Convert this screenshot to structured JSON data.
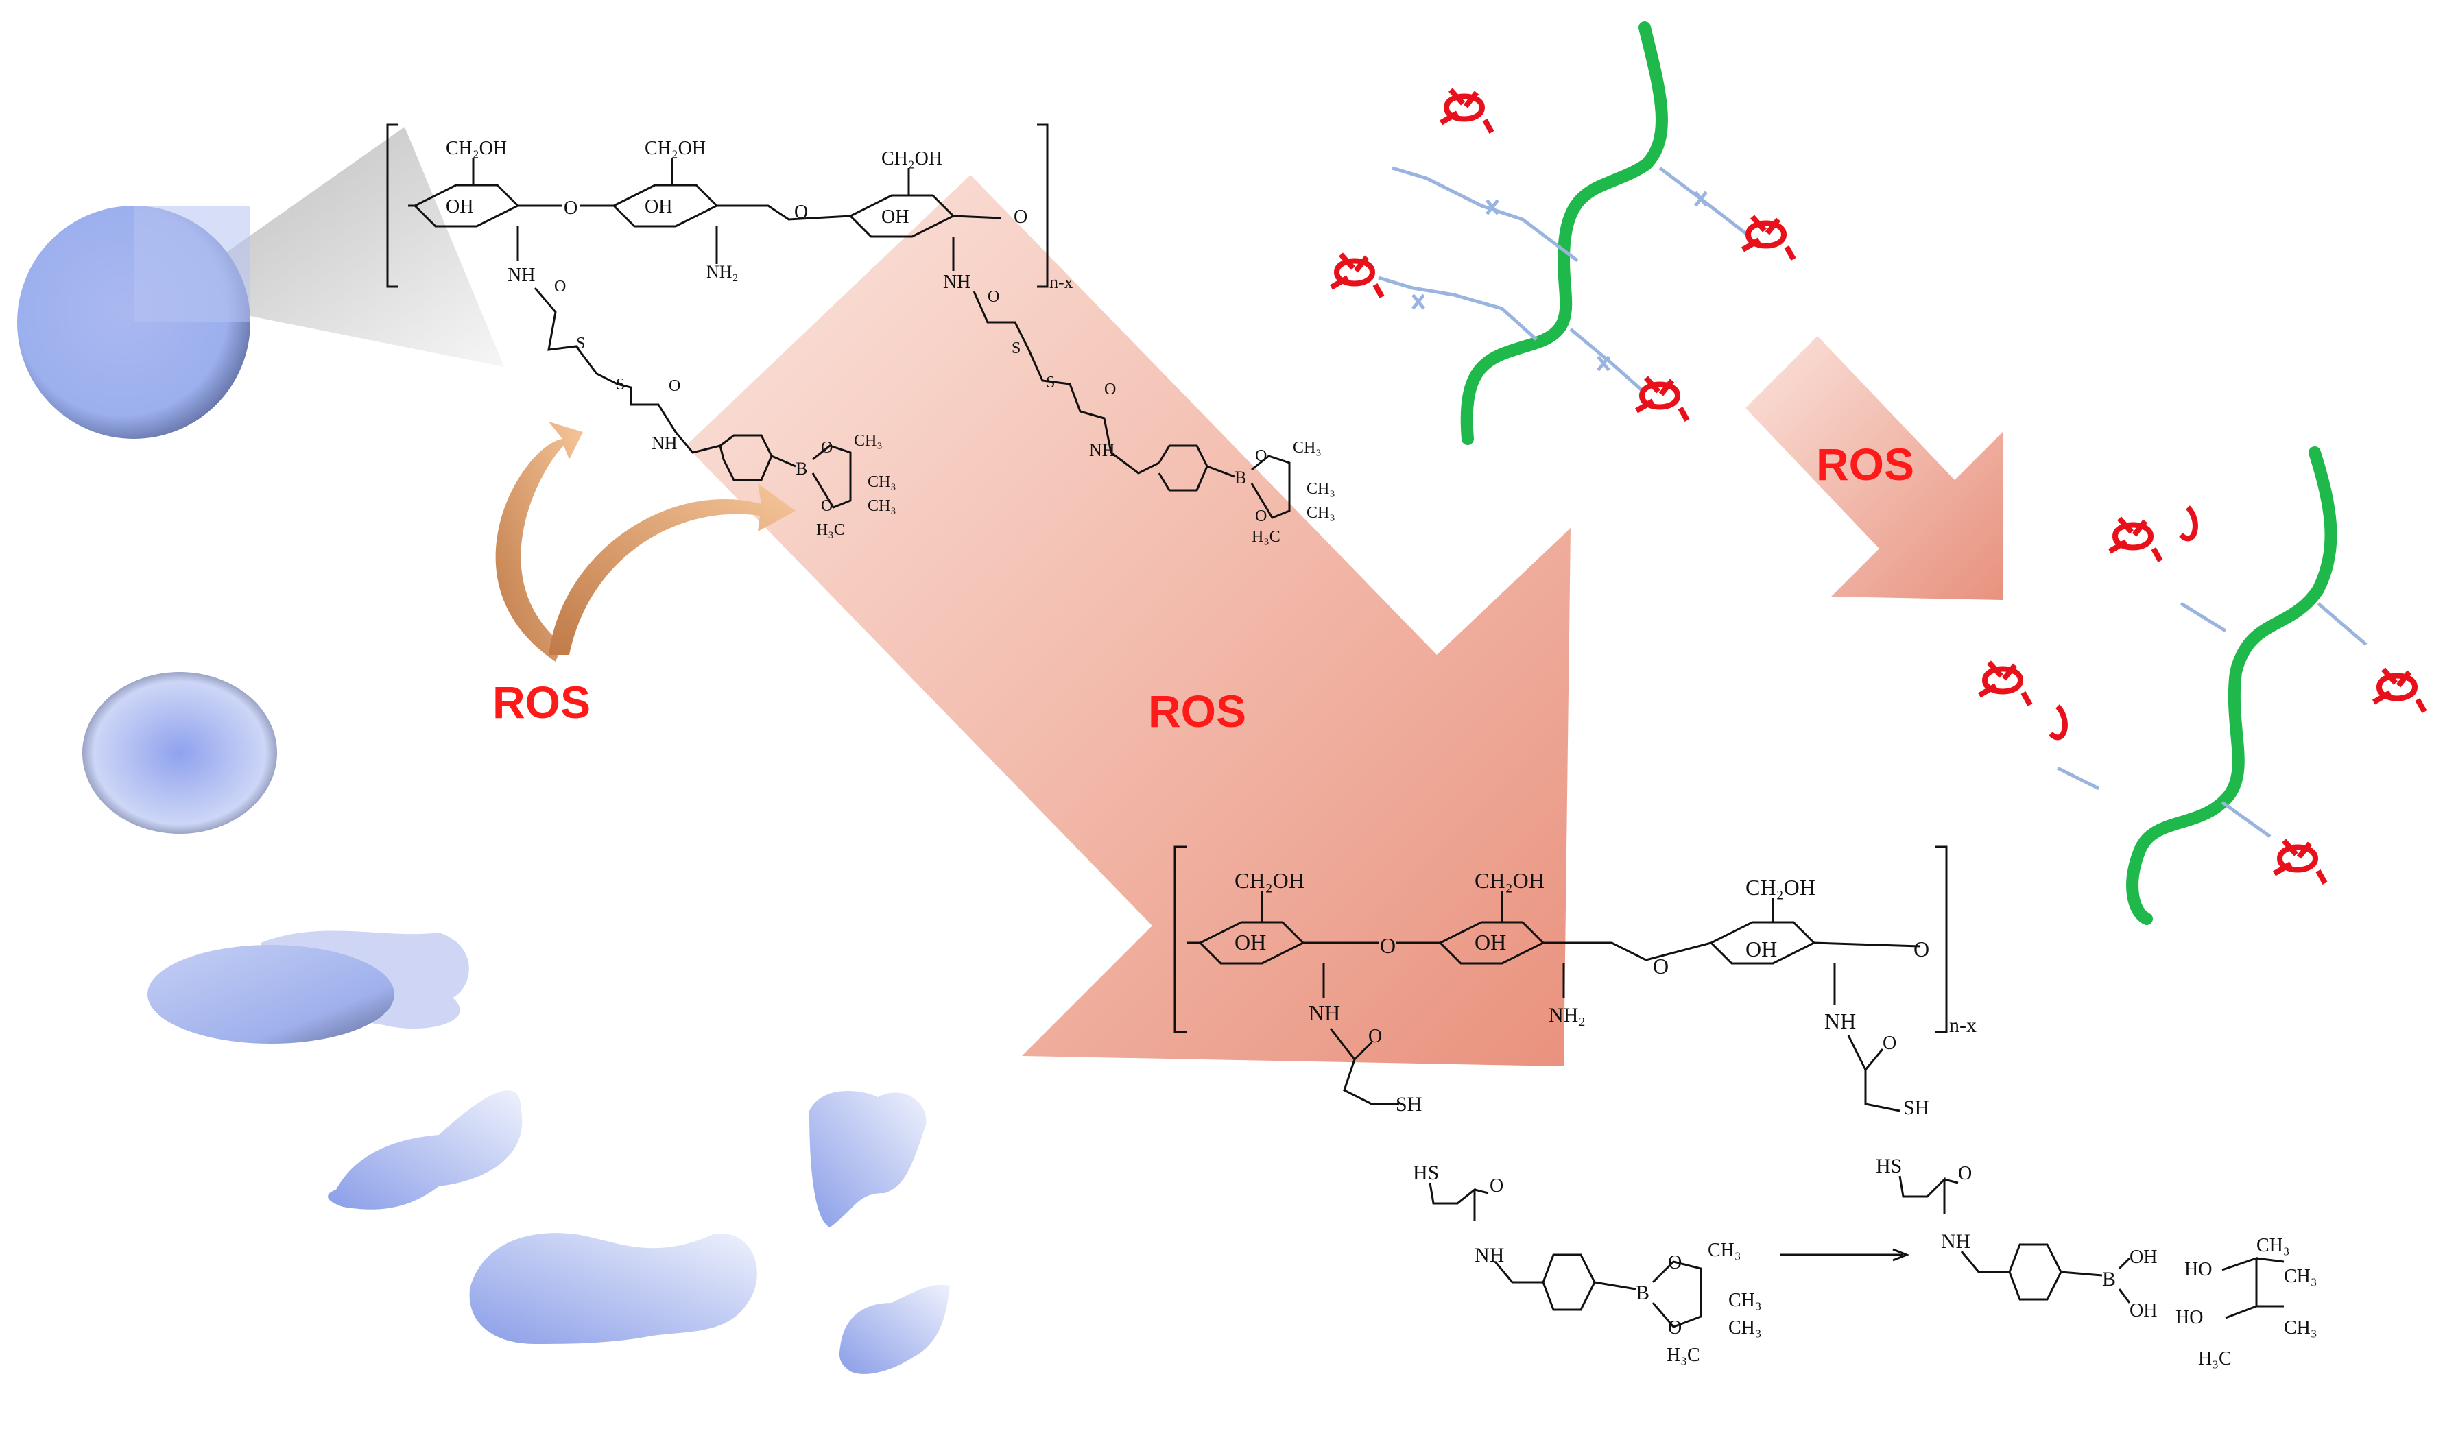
{
  "labels": {
    "ros_left": "ROS",
    "ros_center": "ROS",
    "ros_right": "ROS"
  },
  "chem": {
    "ch2oh": "CH₂OH",
    "oh": "OH",
    "o": "O",
    "nh": "NH",
    "nh2": "NH₂",
    "s": "S",
    "sh": "SH",
    "hs": "HS",
    "b": "B",
    "ch3": "CH₃",
    "h3c": "H₃C",
    "ho": "HO",
    "repeat": "n-x"
  },
  "colors": {
    "ros_text": "#ff1a1a",
    "big_arrow": "#e99a8a",
    "small_arrow": "#f0b09e",
    "curved_arrow": "#e8a878",
    "polymer_backbone": "#1fb84a",
    "linker": "#9ab4e0",
    "drug_icon": "#e8101a",
    "nanoparticle": "#8aa0e0",
    "magnifier": "#c8c8c8"
  },
  "icons": [
    "sphere-nanoparticle-icon",
    "drug-molecule-icon",
    "polymer-chain-icon",
    "cleavage-mark-icon"
  ]
}
